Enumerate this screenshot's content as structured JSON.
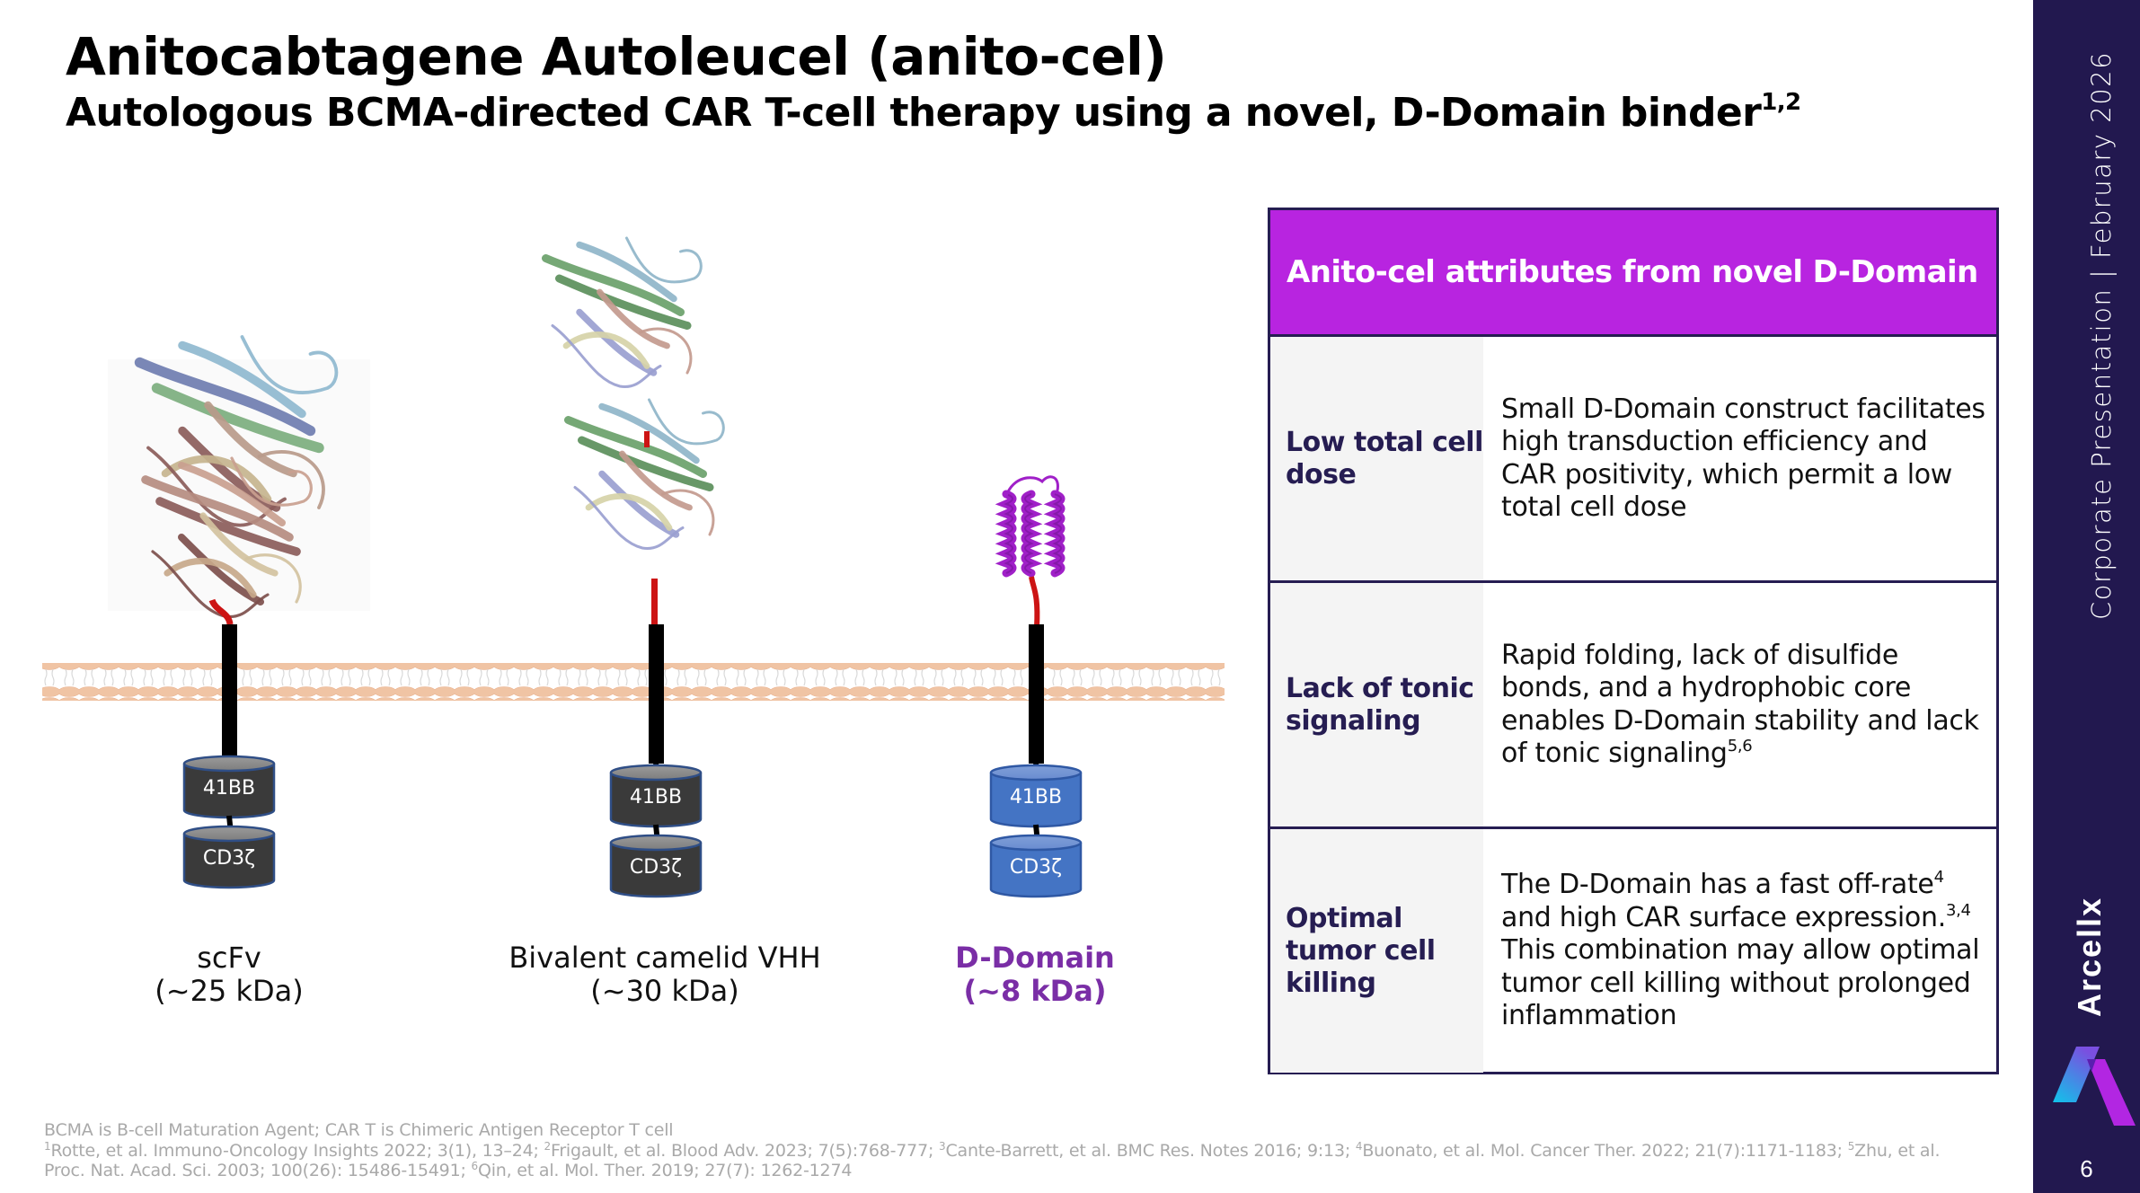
{
  "header": {
    "title": "Anitocabtagene Autoleucel (anito-cel)",
    "subtitle": "Autologous BCMA-directed CAR T-cell therapy using a novel, D-Domain binder",
    "subtitle_refs": "1,2"
  },
  "sidebar": {
    "running_text": "Corporate Presentation  |  February  2026",
    "brand": "Arcellx",
    "logo_icon": "arcellx-logo-icon",
    "page_number": "6",
    "colors": {
      "background": "#22184f",
      "logo_cyan": "#14b6e8",
      "logo_magenta": "#b824e0"
    }
  },
  "diagram": {
    "membrane_label_icon": "lipid-bilayer-icon",
    "constructs": [
      {
        "name": "scFv",
        "size": "(~25 kDa)",
        "domains": [
          "41BB",
          "CD3ζ"
        ],
        "domain_color": "#3a3a3a",
        "binder_icon": "scfv-protein-structure-icon",
        "highlight": false
      },
      {
        "name": "Bivalent camelid VHH",
        "size": "(~30 kDa)",
        "domains": [
          "41BB",
          "CD3ζ"
        ],
        "domain_color": "#3a3a3a",
        "binder_icon": "vhh-protein-structure-icon",
        "highlight": false
      },
      {
        "name": "D-Domain",
        "size": "(~8 kDa)",
        "domains": [
          "41BB",
          "CD3ζ"
        ],
        "domain_color": "#4474c4",
        "binder_icon": "d-domain-helix-structure-icon",
        "highlight": true
      }
    ],
    "highlight_color": "#7a2ea6"
  },
  "table": {
    "header": "Anito-cel attributes from novel D-Domain",
    "header_color": "#b824e0",
    "rows": [
      {
        "label": "Low total cell dose",
        "description": "Small D-Domain construct facilitates high transduction efficiency and CAR positivity, which permit a low total cell dose",
        "refs": ""
      },
      {
        "label": "Lack of tonic signaling",
        "description": "Rapid folding, lack of disulfide bonds, and a hydrophobic core enables D-Domain stability and lack of tonic signaling",
        "refs": "5,6"
      },
      {
        "label": "Optimal tumor cell killing",
        "description_parts": [
          {
            "text": "The D-Domain has a fast off-rate",
            "ref": "4"
          },
          {
            "text": " and high CAR surface expression.",
            "ref": "3,4"
          },
          {
            "text": " This combination may allow optimal tumor cell killing without prolonged inflammation",
            "ref": ""
          }
        ]
      }
    ]
  },
  "footnotes": {
    "abbreviations": "BCMA is B-cell Maturation Agent; CAR T is Chimeric Antigen Receptor T cell",
    "references": [
      {
        "num": "1",
        "text": "Rotte, et al. Immuno-Oncology Insights 2022; 3(1), 13–24; "
      },
      {
        "num": "2",
        "text": "Frigault, et al. Blood Adv. 2023; 7(5):768-777; "
      },
      {
        "num": "3",
        "text": "Cante-Barrett, et al. BMC Res. Notes 2016; 9:13; "
      },
      {
        "num": "4",
        "text": "Buonato, et al. Mol. Cancer Ther. 2022; 21(7):1171-1183; "
      },
      {
        "num": "5",
        "text": "Zhu, et al. Proc. Nat. Acad. Sci. 2003; 100(26): 15486-15491; "
      },
      {
        "num": "6",
        "text": "Qin, et al. Mol. Ther. 2019; 27(7): 1262-1274"
      }
    ]
  }
}
